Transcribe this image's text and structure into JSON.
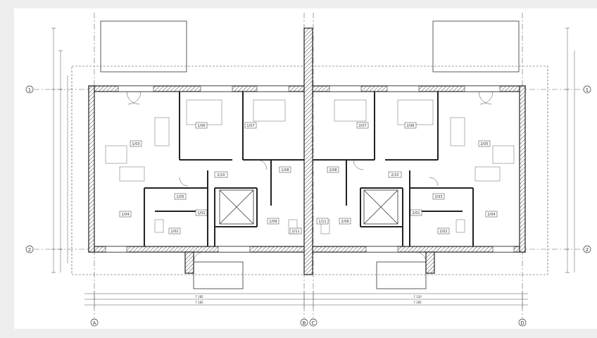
{
  "axes": {
    "vertical": [
      "A",
      "B",
      "C",
      "D"
    ],
    "horizontal": [
      "1",
      "2"
    ]
  },
  "rooms": [
    {
      "id": "1/01",
      "name": "1/01"
    },
    {
      "id": "1/02",
      "name": "1/02"
    },
    {
      "id": "1/03",
      "name": "1/03"
    },
    {
      "id": "1/04",
      "name": "1/04"
    },
    {
      "id": "1/05",
      "name": "1/05"
    },
    {
      "id": "1/06",
      "name": "1/06"
    },
    {
      "id": "1/07",
      "name": "1/07"
    },
    {
      "id": "1/08",
      "name": "1/08"
    },
    {
      "id": "1/09",
      "name": "1/09"
    },
    {
      "id": "1/10",
      "name": "1/10"
    },
    {
      "id": "1/11",
      "name": "1/11"
    },
    {
      "id": "2/01",
      "name": "2/01"
    },
    {
      "id": "2/02",
      "name": "2/02"
    },
    {
      "id": "2/03",
      "name": "2/03"
    },
    {
      "id": "2/04",
      "name": "2/04"
    },
    {
      "id": "2/05",
      "name": "2/05"
    },
    {
      "id": "2/06",
      "name": "2/06"
    },
    {
      "id": "2/07",
      "name": "2/07"
    },
    {
      "id": "2/08",
      "name": "2/08"
    },
    {
      "id": "2/09",
      "name": "2/09"
    },
    {
      "id": "2/10",
      "name": "2/10"
    },
    {
      "id": "2/11",
      "name": "2/11"
    }
  ],
  "bottom_dims": [
    "7 185",
    "7 185",
    "7 120",
    "7 185"
  ]
}
